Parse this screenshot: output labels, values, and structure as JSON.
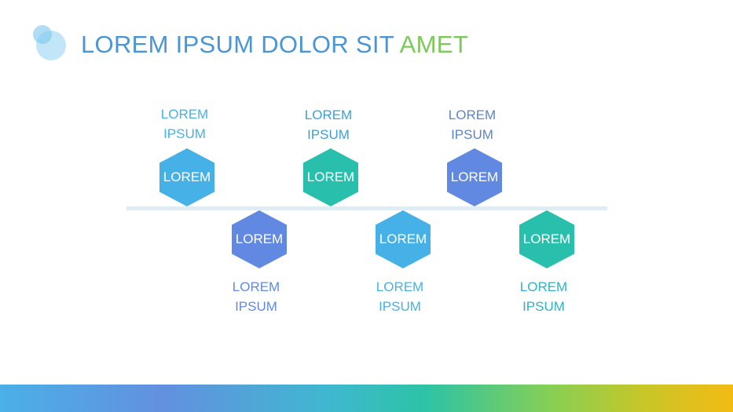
{
  "title": {
    "part1": "LOREM IPSUM DOLOR SIT ",
    "part2": "AMET"
  },
  "colors": {
    "title_blue": "#4a95d4",
    "title_green": "#7cc85a",
    "sky": "#45b1e6",
    "teal": "#28c0ad",
    "indigo": "#6289e2",
    "line": "#dcedf8"
  },
  "steps": [
    {
      "hex_label": "LOREM",
      "caption_line1": "LOREM",
      "caption_line2": "IPSUM"
    },
    {
      "hex_label": "LOREM",
      "caption_line1": "LOREM",
      "caption_line2": "IPSUM"
    },
    {
      "hex_label": "LOREM",
      "caption_line1": "LOREM",
      "caption_line2": "IPSUM"
    },
    {
      "hex_label": "LOREM",
      "caption_line1": "LOREM",
      "caption_line2": "IPSUM"
    },
    {
      "hex_label": "LOREM",
      "caption_line1": "LOREM",
      "caption_line2": "IPSUM"
    },
    {
      "hex_label": "LOREM",
      "caption_line1": "LOREM",
      "caption_line2": "IPSUM"
    }
  ]
}
